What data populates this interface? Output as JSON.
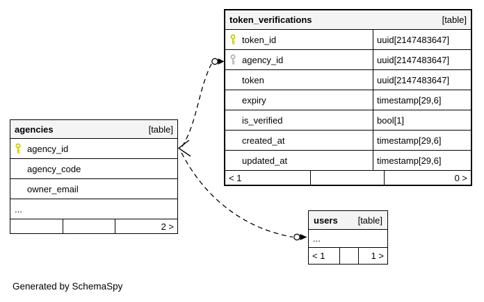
{
  "page": {
    "generated_by": "Generated by SchemaSpy"
  },
  "colors": {
    "border": "#000000",
    "header_bg": "#f4f4f4",
    "primary_key": "#d0d000",
    "foreign_key": "#b8b8b8",
    "row_bg": "#ffffff"
  },
  "icons": {
    "primary_key": "key-icon-yellow",
    "foreign_key": "key-icon-gray",
    "many_marker": "crow-foot-icon",
    "one_marker": "circle-arrowhead-icon"
  },
  "tables": {
    "token_verifications": {
      "name": "token_verifications",
      "badge": "[table]",
      "columns": [
        {
          "name": "token_id",
          "type": "uuid[2147483647]",
          "key": "primary"
        },
        {
          "name": "agency_id",
          "type": "uuid[2147483647]",
          "key": "foreign"
        },
        {
          "name": "token",
          "type": "uuid[2147483647]",
          "key": ""
        },
        {
          "name": "expiry",
          "type": "timestamp[29,6]",
          "key": ""
        },
        {
          "name": "is_verified",
          "type": "bool[1]",
          "key": ""
        },
        {
          "name": "created_at",
          "type": "timestamp[29,6]",
          "key": ""
        },
        {
          "name": "updated_at",
          "type": "timestamp[29,6]",
          "key": ""
        }
      ],
      "footer": {
        "left": "< 1",
        "center": "",
        "right": "0 >"
      }
    },
    "agencies": {
      "name": "agencies",
      "badge": "[table]",
      "columns": [
        {
          "name": "agency_id",
          "key": "primary"
        },
        {
          "name": "agency_code",
          "key": ""
        },
        {
          "name": "owner_email",
          "key": ""
        },
        {
          "name": "...",
          "key": ""
        }
      ],
      "footer": {
        "left": "",
        "center": "",
        "right": "2 >"
      }
    },
    "users": {
      "name": "users",
      "badge": "[table]",
      "columns": [
        {
          "name": "...",
          "key": ""
        }
      ],
      "footer": {
        "left": "< 1",
        "center": "",
        "right": "1 >"
      }
    }
  },
  "relationships": [
    {
      "from": "agencies.agency_id",
      "to": "token_verifications.agency_id",
      "style": "dashed"
    },
    {
      "from": "agencies.agency_id",
      "to": "users",
      "style": "dashed"
    }
  ]
}
